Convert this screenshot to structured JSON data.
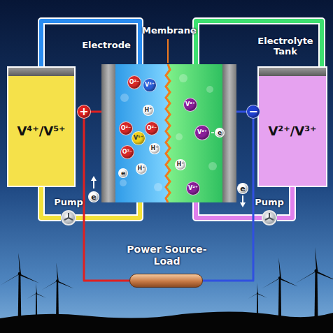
{
  "diagram": {
    "nodes": [
      {
        "text": [
          "V⁴⁺/V⁵⁺"
        ]
      },
      {
        "text": [
          "V²⁺/V³⁺"
        ]
      },
      {
        "text": [
          "+"
        ]
      },
      {
        "text": [
          "−"
        ]
      },
      {
        "text": [
          "O²⁻"
        ]
      },
      {
        "text": [
          "V⁴⁺"
        ]
      },
      {
        "text": [
          "H⁺"
        ]
      },
      {
        "text": [
          "O²⁻"
        ]
      },
      {
        "text": [
          "V⁵⁺"
        ]
      },
      {
        "text": [
          "O²⁻"
        ]
      },
      {
        "text": [
          "O²⁻"
        ]
      },
      {
        "text": [
          "H⁺"
        ]
      },
      {
        "text": [
          "H⁺"
        ]
      },
      {
        "text": [
          "e"
        ]
      },
      {
        "text": [
          "V²⁺"
        ]
      },
      {
        "text": [
          "V²⁺"
        ]
      },
      {
        "text": [
          "e"
        ]
      },
      {
        "text": [
          "H⁺"
        ]
      },
      {
        "text": [
          "V²⁺"
        ]
      },
      {
        "text": [
          "e"
        ]
      },
      {
        "text": [
          "e"
        ]
      },
      {
        "text": [
          "Pump"
        ]
      },
      {
        "text": [
          "Pump"
        ]
      },
      {
        "text": [
          "Power Source-Load"
        ]
      }
    ],
    "edges": [
      {
        "from": 0,
        "to": 21,
        "arrow": "none"
      },
      {
        "from": 1,
        "to": 22,
        "arrow": "none"
      },
      {
        "from": 2,
        "to": 23,
        "arrow": "none"
      },
      {
        "from": 3,
        "to": 23,
        "arrow": "none"
      }
    ],
    "labels": [
      "Electrode",
      "Membrane",
      "Electrolyte Tank"
    ]
  }
}
